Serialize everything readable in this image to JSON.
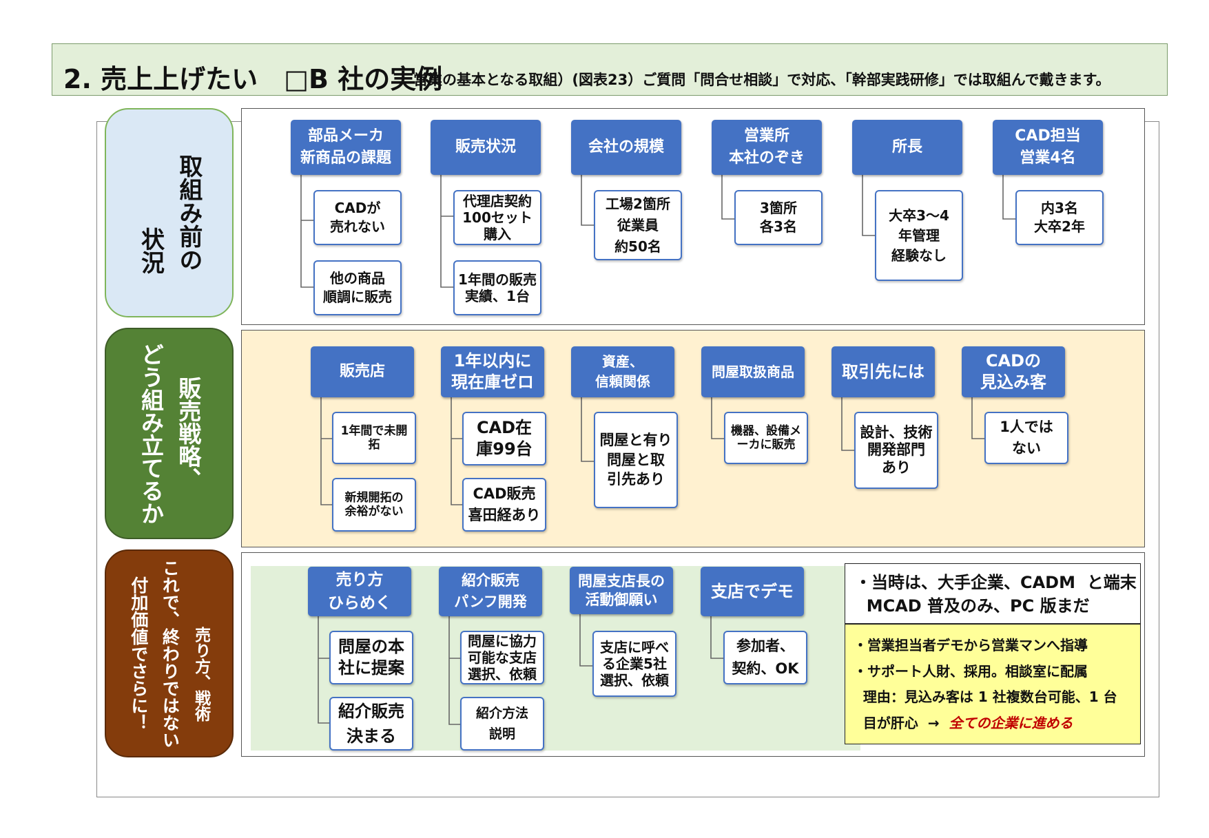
{
  "header": {
    "title": "2. 売上上げたい　□B 社の実例",
    "subtitle": "営業の基本となる取組）(図表23）ご質問「問合せ相談」で対応、「幹部実践研修」では取組んで戴きます。"
  },
  "sections": {
    "s1": {
      "label_lines": [
        "取組み前の",
        "状況"
      ],
      "columns": [
        {
          "head": "部品メーカ\n新商品の課題",
          "items": [
            "CADが\n売れない",
            "他の商品\n順調に販売"
          ]
        },
        {
          "head": "販売状況",
          "items": [
            "代理店契約\n100セット\n購入",
            "1年間の販売\n実績、1台"
          ]
        },
        {
          "head": "会社の規模",
          "items": [
            "工場2箇所\n従業員\n約50名"
          ]
        },
        {
          "head": "営業所\n本社のぞき",
          "items": [
            "3箇所\n各3名"
          ]
        },
        {
          "head": "所長",
          "items": [
            "大卒3～4\n年管理\n経験なし"
          ]
        },
        {
          "head": "CAD担当\n営業4名",
          "items": [
            "内3名\n大卒2年"
          ]
        }
      ]
    },
    "s2": {
      "label_lines": [
        "販売戦略、",
        "どう組み立てるか"
      ],
      "columns": [
        {
          "head": "販売店",
          "items": [
            "1年間で未開\n拓",
            "新規開拓の\n余裕がない"
          ]
        },
        {
          "head": "1年以内に\n現在庫ゼロ",
          "items": [
            "CAD在\n庫99台",
            "CAD販売\n喜田経あり"
          ]
        },
        {
          "head": "資産、\n信頼関係",
          "items": [
            "問屋と有り\n問屋と取\n引先あり"
          ]
        },
        {
          "head": "問屋取扱商品",
          "items": [
            "機器、設備メ\nーカに販売"
          ]
        },
        {
          "head": "取引先には",
          "items": [
            "設計、技術\n開発部門\nあり"
          ]
        },
        {
          "head": "CADの\n見込み客",
          "items": [
            "1人では\nない"
          ]
        }
      ]
    },
    "s3": {
      "label_lines": [
        "売り方、戦術",
        "これで、終わりではない",
        "付加価値でさらに！"
      ],
      "columns": [
        {
          "head": "売り方\nひらめく",
          "items": [
            "問屋の本\n社に提案",
            "紹介販売\n決まる"
          ]
        },
        {
          "head": "紹介販売\nパンフ開発",
          "items": [
            "問屋に協力\n可能な支店\n選択、依頼",
            "紹介方法\n説明"
          ]
        },
        {
          "head": "問屋支店長の\n活動御願い",
          "items": [
            "支店に呼べ\nる企業5社\n選択、依頼"
          ]
        },
        {
          "head": "支店でデモ",
          "items": [
            "参加者、\n契約、OK"
          ]
        }
      ],
      "note_top": "・当時は、大手企業、CADM  と端末\n  MCAD 普及のみ、PC 版まだ",
      "note_lines": [
        "・営業担当者デモから営業マンへ指導",
        "・サポート人財、採用。相談室に配属",
        "  理由：見込み客は 1 社複数台可能、1 台",
        "  目が肝心  →  "
      ],
      "note_red": "全ての企業に進める"
    }
  }
}
